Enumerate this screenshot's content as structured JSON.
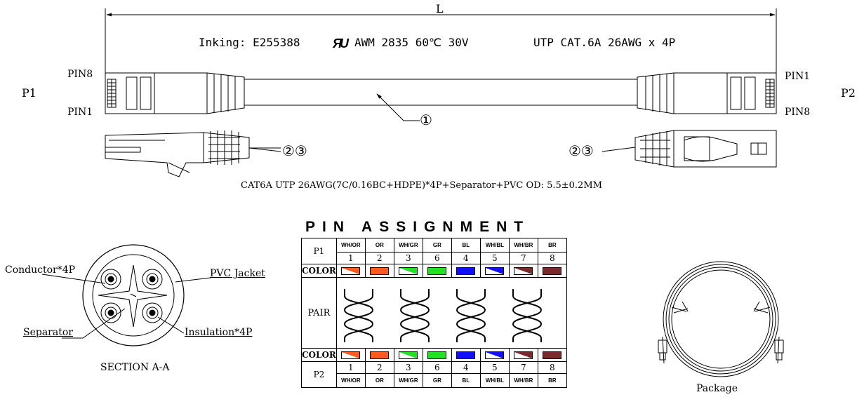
{
  "dimension": {
    "length_label": "L"
  },
  "marking": {
    "inking": "Inking: E255388",
    "ul_logo": "UL recognized component mark",
    "awm": "AWM 2835 60℃ 30V",
    "utp": "UTP CAT.6A 26AWG x 4P"
  },
  "ends": {
    "p1_label": "P1",
    "p2_label": "P2",
    "p1_top_pin": "PIN8",
    "p1_bottom_pin": "PIN1",
    "p2_top_pin": "PIN1",
    "p2_bottom_pin": "PIN8"
  },
  "callouts": {
    "cable": "①",
    "connector_left": "②③",
    "connector_right": "②③"
  },
  "cable_spec": "CAT6A UTP 26AWG(7C/0.16BC+HDPE)*4P+Separator+PVC OD: 5.5±0.2MM",
  "section": {
    "title": "SECTION A-A",
    "conductor": "Conductor*4P",
    "jacket": "PVC Jacket",
    "separator": "Separator",
    "insulation": "Insulation*4P"
  },
  "pin_assignment": {
    "title": "PIN ASSIGNMENT",
    "p1_label": "P1",
    "p2_label": "P2",
    "color_label": "COLOR",
    "pair_label": "PAIR",
    "p1_columns": [
      {
        "wire": "WH/OR",
        "pin": "1",
        "color": "white-orange"
      },
      {
        "wire": "OR",
        "pin": "2",
        "color": "orange"
      },
      {
        "wire": "WH/GR",
        "pin": "3",
        "color": "white-green"
      },
      {
        "wire": "GR",
        "pin": "6",
        "color": "green"
      },
      {
        "wire": "BL",
        "pin": "4",
        "color": "blue"
      },
      {
        "wire": "WH/BL",
        "pin": "5",
        "color": "white-blue"
      },
      {
        "wire": "WH/BR",
        "pin": "7",
        "color": "white-brown"
      },
      {
        "wire": "BR",
        "pin": "8",
        "color": "brown"
      }
    ],
    "p2_columns": [
      {
        "wire": "WH/OR",
        "pin": "1",
        "color": "white-orange"
      },
      {
        "wire": "OR",
        "pin": "2",
        "color": "orange"
      },
      {
        "wire": "WH/GR",
        "pin": "3",
        "color": "white-green"
      },
      {
        "wire": "GR",
        "pin": "6",
        "color": "green"
      },
      {
        "wire": "BL",
        "pin": "4",
        "color": "blue"
      },
      {
        "wire": "WH/BL",
        "pin": "5",
        "color": "white-blue"
      },
      {
        "wire": "WH/BR",
        "pin": "7",
        "color": "white-brown"
      },
      {
        "wire": "BR",
        "pin": "8",
        "color": "brown"
      }
    ],
    "colors": {
      "white-orange": "#ff5a1f",
      "orange": "#ff5a1f",
      "white-green": "#22e022",
      "green": "#22e022",
      "blue": "#1010ff",
      "white-blue": "#1010ff",
      "white-brown": "#7a2a2a",
      "brown": "#7a2a2a"
    }
  },
  "package_label": "Package"
}
